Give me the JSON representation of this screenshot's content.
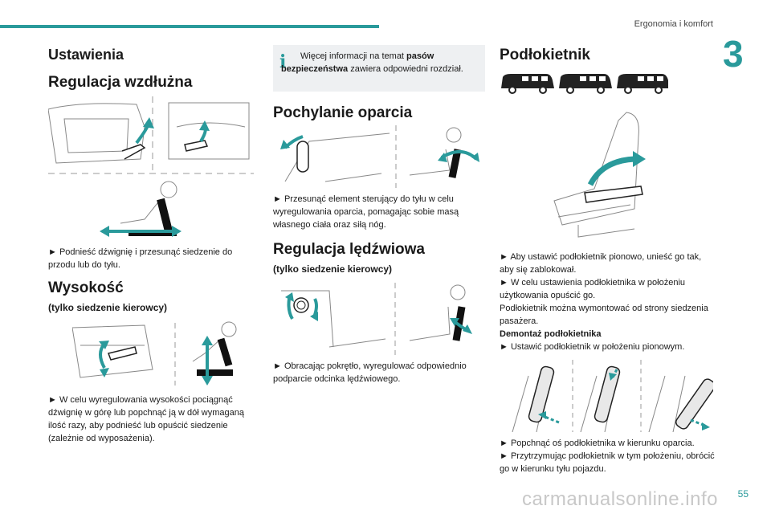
{
  "header": {
    "running_head": "Ergonomia i komfort",
    "chapter_number": "3",
    "page_number": "55"
  },
  "colors": {
    "accent": "#2a9a9b"
  },
  "col1": {
    "title": "Ustawienia",
    "h_longitudinal": "Regulacja wzdłużna",
    "p_longitudinal": "► Podnieść dźwignię i przesunąć siedzenie do przodu lub do tyłu.",
    "h_height": "Wysokość",
    "sub_height": "(tylko siedzenie kierowcy)",
    "p_height": "► W celu wyregulowania wysokości pociągnąć dźwignię w górę lub popchnąć ją w dół wymaganą ilość razy, aby podnieść lub opuścić siedzenie (zależnie od wyposażenia)."
  },
  "col2": {
    "info_pre": "Więcej informacji na temat ",
    "info_bold": "pasów bezpieczeństwa",
    "info_post": " zawiera odpowiedni rozdział.",
    "h_recline": "Pochylanie oparcia",
    "p_recline": "► Przesunąć element sterujący do tyłu w celu wyregulowania oparcia, pomagając sobie masą własnego ciała oraz siłą nóg.",
    "h_lumbar": "Regulacja lędźwiowa",
    "sub_lumbar": "(tylko siedzenie kierowcy)",
    "p_lumbar": "► Obracając pokrętło, wyregulować odpowiednio podparcie odcinka lędźwiowego."
  },
  "col3": {
    "h_armrest": "Podłokietnik",
    "p1": "► Aby ustawić podłokietnik pionowo, unieść go tak, aby się zablokował.",
    "p2": "► W celu ustawienia podłokietnika w położeniu użytkowania opuścić go.",
    "p3": "Podłokietnik można wymontować od strony siedzenia pasażera.",
    "h_removal": "Demontaż podłokietnika",
    "p4": "► Ustawić podłokietnik w położeniu pionowym.",
    "p5": "► Popchnąć oś podłokietnika w kierunku oparcia.",
    "p6": "► Przytrzymując podłokietnik w tym położeniu, obrócić go w kierunku tyłu pojazdu."
  },
  "footer": {
    "watermark": "carmanualsonline.info"
  }
}
